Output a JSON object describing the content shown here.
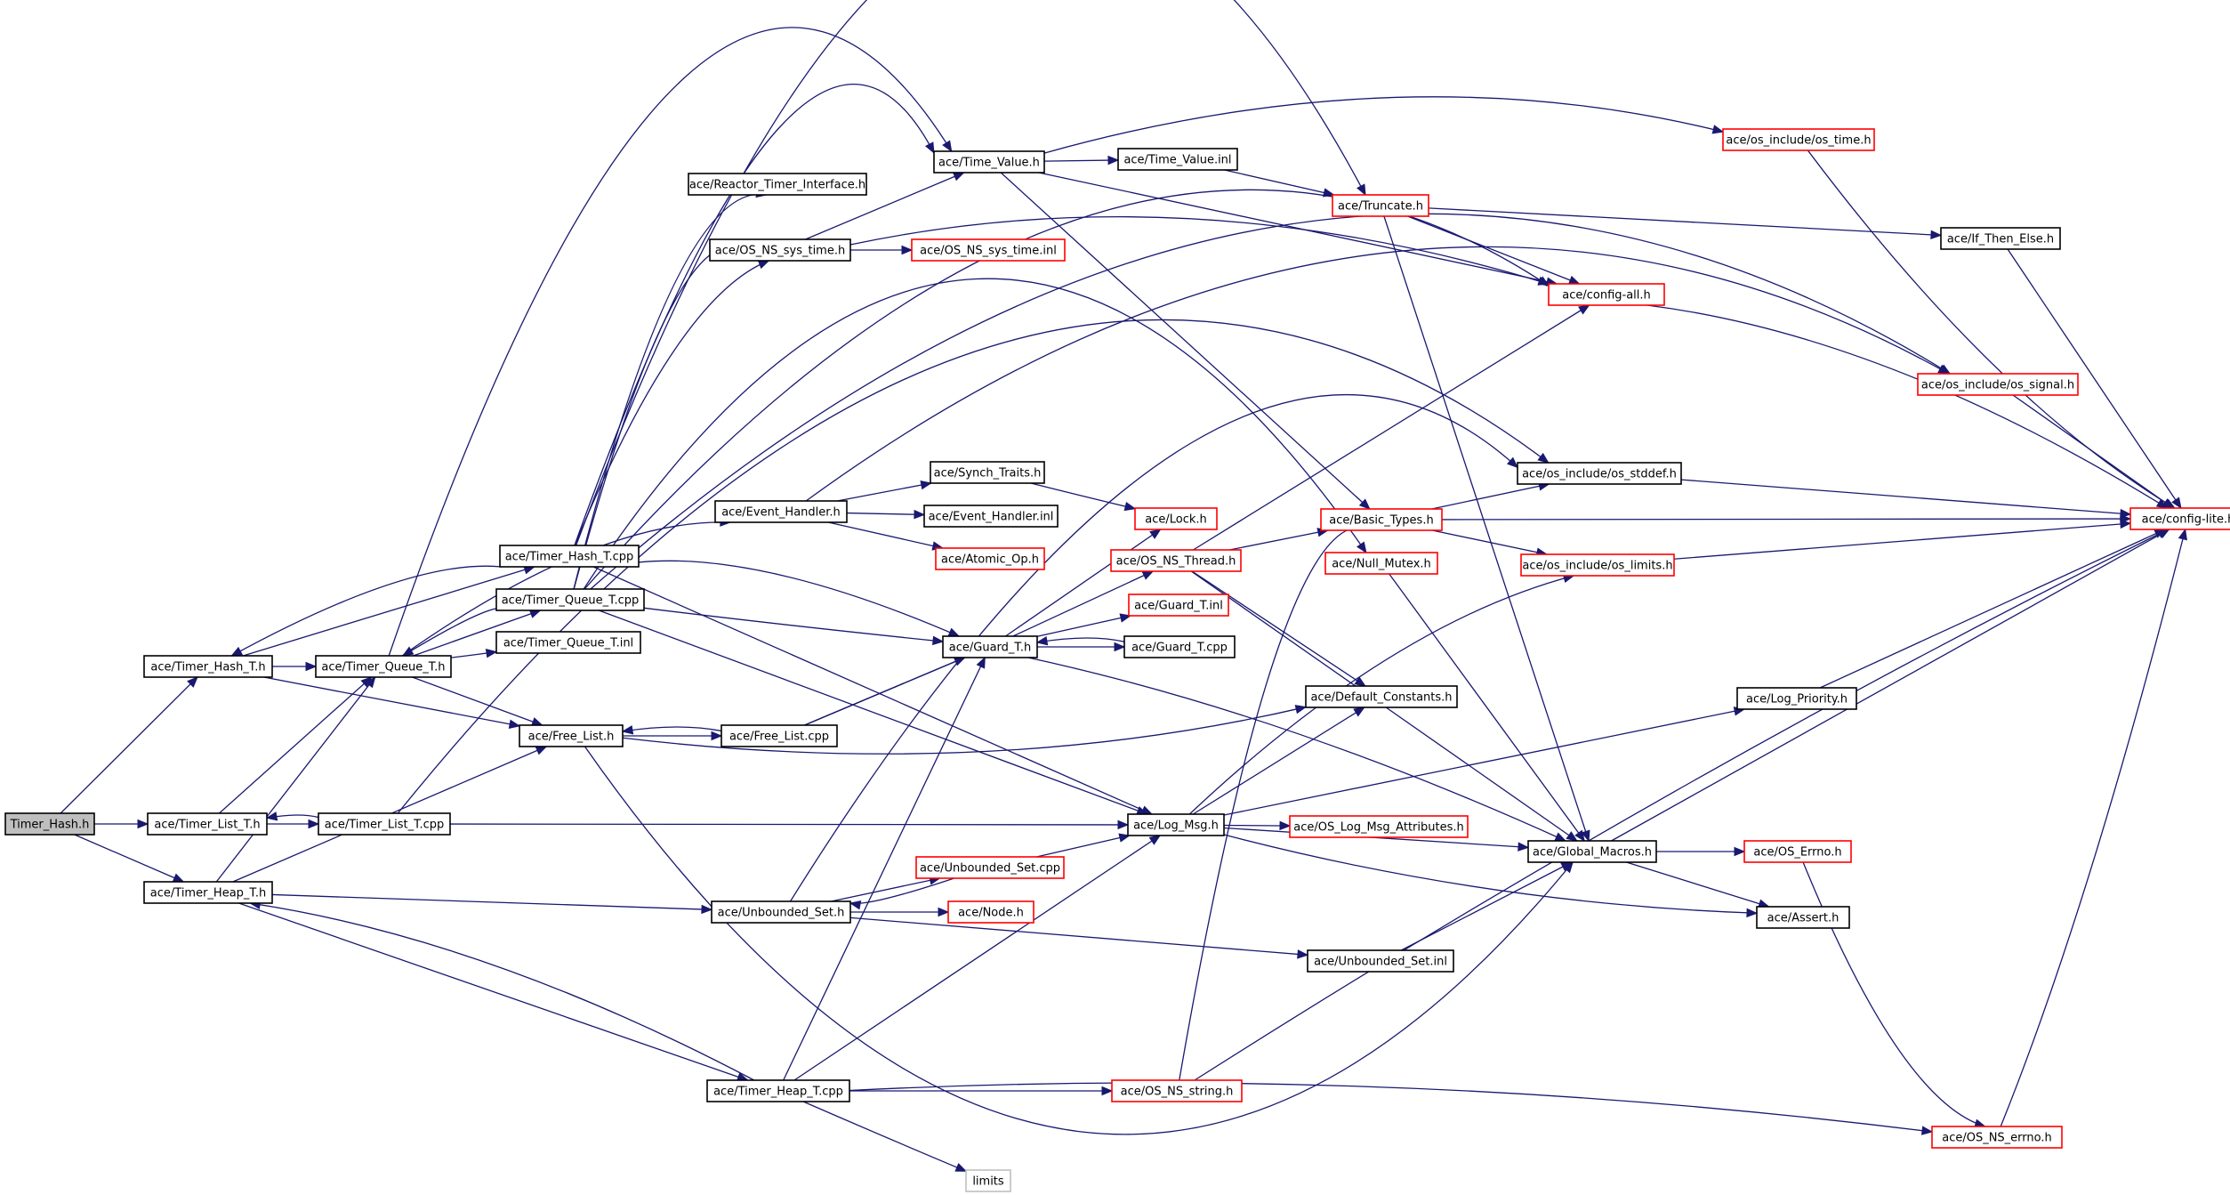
{
  "nodes": {
    "timer_hash": {
      "label": "Timer_Hash.h",
      "style": "root"
    },
    "timer_hash_t_h": {
      "label": "ace/Timer_Hash_T.h",
      "style": "black"
    },
    "timer_list_t_h": {
      "label": "ace/Timer_List_T.h",
      "style": "black"
    },
    "timer_heap_t_h": {
      "label": "ace/Timer_Heap_T.h",
      "style": "black"
    },
    "timer_queue_t_h": {
      "label": "ace/Timer_Queue_T.h",
      "style": "black"
    },
    "timer_list_t_cpp": {
      "label": "ace/Timer_List_T.cpp",
      "style": "black"
    },
    "timer_hash_t_cpp": {
      "label": "ace/Timer_Hash_T.cpp",
      "style": "black"
    },
    "timer_queue_t_cpp": {
      "label": "ace/Timer_Queue_T.cpp",
      "style": "black"
    },
    "timer_queue_t_inl": {
      "label": "ace/Timer_Queue_T.inl",
      "style": "black"
    },
    "free_list_h": {
      "label": "ace/Free_List.h",
      "style": "black"
    },
    "free_list_cpp": {
      "label": "ace/Free_List.cpp",
      "style": "black"
    },
    "reactor_timer_interface": {
      "label": "ace/Reactor_Timer_Interface.h",
      "style": "black"
    },
    "os_ns_sys_time_h": {
      "label": "ace/OS_NS_sys_time.h",
      "style": "black"
    },
    "os_ns_sys_time_inl": {
      "label": "ace/OS_NS_sys_time.inl",
      "style": "red"
    },
    "event_handler_h": {
      "label": "ace/Event_Handler.h",
      "style": "black"
    },
    "synch_traits_h": {
      "label": "ace/Synch_Traits.h",
      "style": "black"
    },
    "event_handler_inl": {
      "label": "ace/Event_Handler.inl",
      "style": "black"
    },
    "atomic_op_h": {
      "label": "ace/Atomic_Op.h",
      "style": "red"
    },
    "time_value_h": {
      "label": "ace/Time_Value.h",
      "style": "black"
    },
    "time_value_inl": {
      "label": "ace/Time_Value.inl",
      "style": "black"
    },
    "os_time_h": {
      "label": "ace/os_include/os_time.h",
      "style": "red"
    },
    "truncate_h": {
      "label": "ace/Truncate.h",
      "style": "red"
    },
    "if_then_else_h": {
      "label": "ace/If_Then_Else.h",
      "style": "black"
    },
    "config_all_h": {
      "label": "ace/config-all.h",
      "style": "red"
    },
    "os_signal_h": {
      "label": "ace/os_include/os_signal.h",
      "style": "red"
    },
    "os_stddef_h": {
      "label": "ace/os_include/os_stddef.h",
      "style": "black"
    },
    "config_lite_h": {
      "label": "ace/config-lite.h",
      "style": "red"
    },
    "lock_h": {
      "label": "ace/Lock.h",
      "style": "red"
    },
    "basic_types_h": {
      "label": "ace/Basic_Types.h",
      "style": "red"
    },
    "os_ns_thread_h": {
      "label": "ace/OS_NS_Thread.h",
      "style": "red"
    },
    "null_mutex_h": {
      "label": "ace/Null_Mutex.h",
      "style": "red"
    },
    "os_limits_h": {
      "label": "ace/os_include/os_limits.h",
      "style": "red"
    },
    "guard_t_inl": {
      "label": "ace/Guard_T.inl",
      "style": "red"
    },
    "guard_t_h": {
      "label": "ace/Guard_T.h",
      "style": "black"
    },
    "guard_t_cpp": {
      "label": "ace/Guard_T.cpp",
      "style": "black"
    },
    "default_constants_h": {
      "label": "ace/Default_Constants.h",
      "style": "black"
    },
    "log_priority_h": {
      "label": "ace/Log_Priority.h",
      "style": "black"
    },
    "log_msg_h": {
      "label": "ace/Log_Msg.h",
      "style": "black"
    },
    "os_log_msg_attr_h": {
      "label": "ace/OS_Log_Msg_Attributes.h",
      "style": "red"
    },
    "global_macros_h": {
      "label": "ace/Global_Macros.h",
      "style": "black"
    },
    "os_errno_h": {
      "label": "ace/OS_Errno.h",
      "style": "red"
    },
    "unbounded_set_cpp": {
      "label": "ace/Unbounded_Set.cpp",
      "style": "red"
    },
    "unbounded_set_h": {
      "label": "ace/Unbounded_Set.h",
      "style": "black"
    },
    "node_h": {
      "label": "ace/Node.h",
      "style": "red"
    },
    "assert_h": {
      "label": "ace/Assert.h",
      "style": "black"
    },
    "unbounded_set_inl": {
      "label": "ace/Unbounded_Set.inl",
      "style": "black"
    },
    "timer_heap_t_cpp": {
      "label": "ace/Timer_Heap_T.cpp",
      "style": "black"
    },
    "os_ns_string_h": {
      "label": "ace/OS_NS_string.h",
      "style": "red"
    },
    "os_ns_errno_h": {
      "label": "ace/OS_NS_errno.h",
      "style": "red"
    },
    "limits": {
      "label": "limits",
      "style": "gray"
    }
  },
  "colors": {
    "edge": "#191970",
    "black_border": "#000000",
    "red_border": "#ff0000",
    "root_fill": "#bfbfbf",
    "gray_border": "#bfbfbf"
  }
}
